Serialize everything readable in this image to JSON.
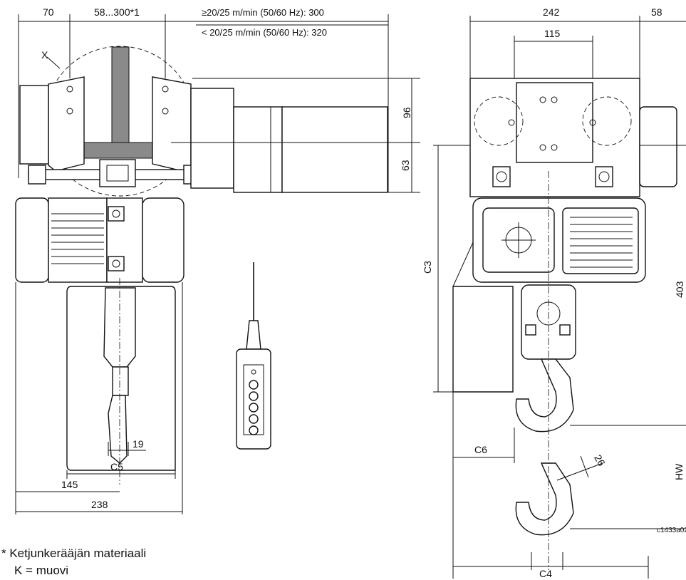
{
  "labels": {
    "dim_70": "70",
    "dim_58_300": "58...300*1",
    "speed_line1": "≥20/25 m/min (50/60 Hz): 300",
    "speed_line2": "< 20/25 m/min (50/60 Hz): 320",
    "detail_x": "X",
    "dim_96": "96",
    "dim_63": "63",
    "dim_19": "19",
    "dim_c5": "C5",
    "dim_145": "145",
    "dim_238": "238",
    "dim_242": "242",
    "dim_58": "58",
    "dim_115": "115",
    "dim_c3": "C3",
    "dim_403": "403",
    "dim_c6": "C6",
    "dim_26": "26",
    "dim_hw": "HW",
    "dim_c4": "C4",
    "drawing_code": "c1433a02",
    "footnote_line1": "* Ketjunkerääjän materiaali",
    "footnote_line2": "K = muovi"
  }
}
